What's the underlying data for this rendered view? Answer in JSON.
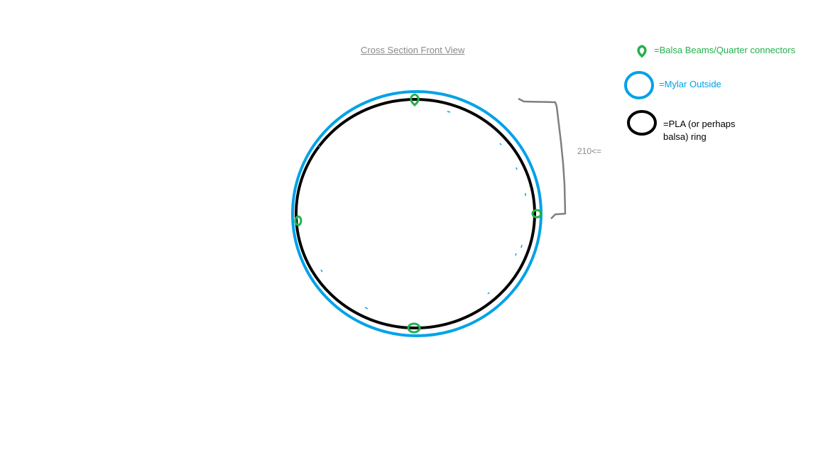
{
  "diagram": {
    "title": "Cross Section Front View",
    "dimension_label": "210<=",
    "legend": [
      {
        "symbol": "connector-marker",
        "label": "=Balsa Beams/Quarter connectors",
        "color": "#22b14c"
      },
      {
        "symbol": "blue-ring",
        "label": "=Mylar Outside",
        "color": "#00a2e8"
      },
      {
        "symbol": "black-ring",
        "label": "=PLA (or perhaps balsa) ring",
        "color": "#000000"
      }
    ],
    "colors": {
      "mylar": "#00a2e8",
      "pla": "#000000",
      "balsa": "#22b14c",
      "dimension": "#7f7f7f",
      "title": "#8a8a8a"
    }
  }
}
